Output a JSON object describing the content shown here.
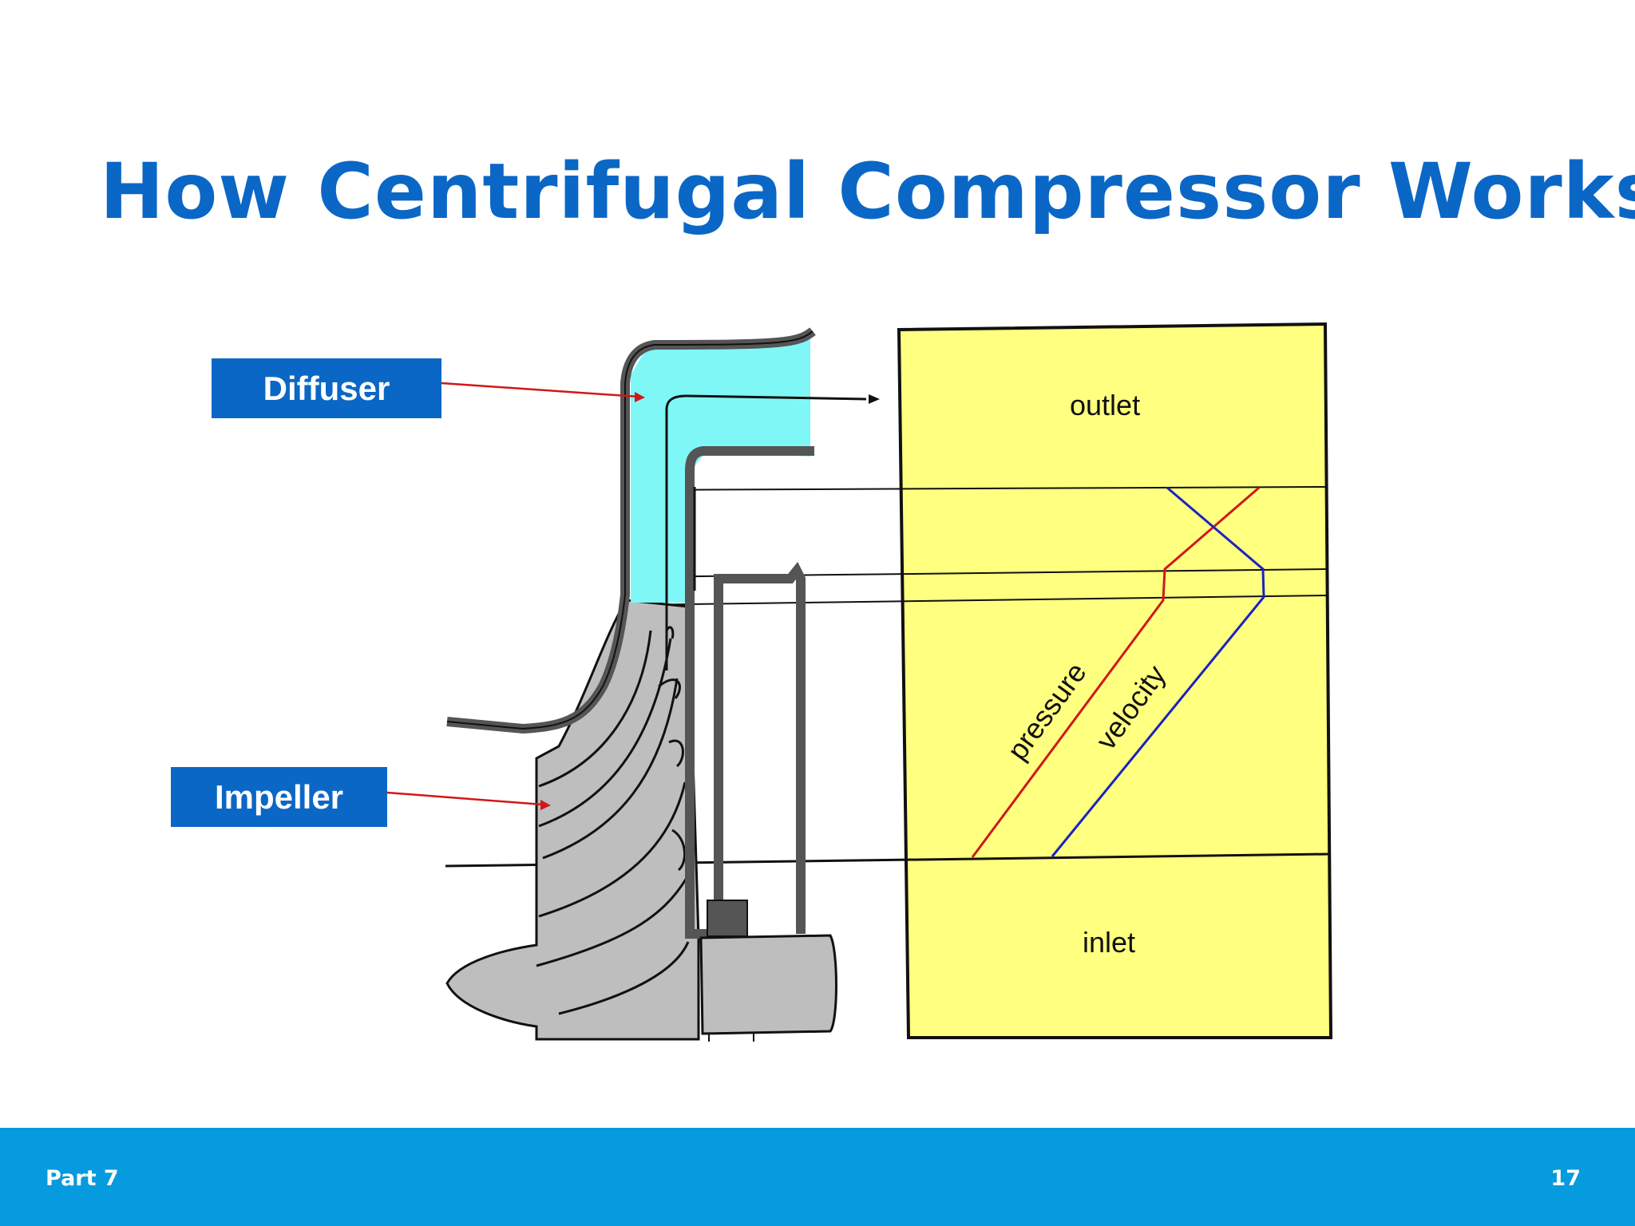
{
  "title": "How Centrifugal Compressor Works?",
  "callouts": {
    "diffuser": "Diffuser",
    "impeller": "Impeller"
  },
  "diagram": {
    "outlet_label": "outlet",
    "inlet_label": "inlet",
    "pressure_label": "pressure",
    "velocity_label": "velocity"
  },
  "colors": {
    "title": "#0b67c6",
    "callout_bg": "#0b67c6",
    "footer_bg": "#069ade",
    "diffuser_fill": "#80f7f7",
    "impeller_fill": "#bebebe",
    "chart_bg": "#ffff80",
    "pressure_line": "#d01818",
    "velocity_line": "#1a22c2"
  },
  "footer": {
    "section": "Part 7",
    "page_number": "17"
  }
}
